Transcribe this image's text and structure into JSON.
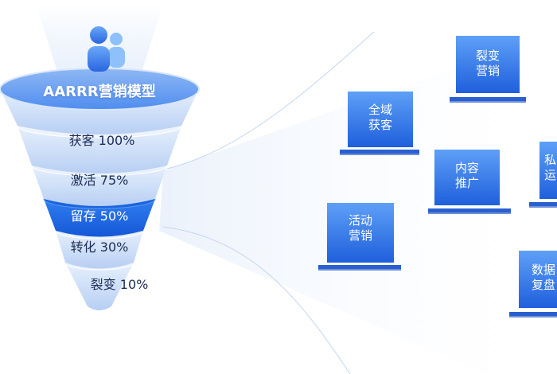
{
  "diagram": {
    "title": "AARRR营销模型",
    "funnel_levels": [
      {
        "label": "获客 100%"
      },
      {
        "label": "激活 75%"
      },
      {
        "label": "留存 50%"
      },
      {
        "label": "转化 30%"
      },
      {
        "label": "裂变  10%"
      }
    ],
    "highlighted_level": "留存 50%",
    "channels": [
      {
        "line1": "全域",
        "line2": "获客"
      },
      {
        "line1": "裂变",
        "line2": "营销"
      },
      {
        "line1": "内容",
        "line2": "推广"
      },
      {
        "line1": "活动",
        "line2": "营销"
      },
      {
        "line1": "数据",
        "line2": "复盘"
      },
      {
        "line1": "私",
        "line2": "运"
      }
    ],
    "colors": {
      "funnel_light": "#dbe8fb",
      "funnel_mid": "#bcd3f5",
      "highlight": "#1f6ee8",
      "monitor_top": "#4d96f6",
      "monitor_bottom": "#1f62e0",
      "text_dark": "#1c2c55"
    },
    "icon": "users-icon"
  }
}
